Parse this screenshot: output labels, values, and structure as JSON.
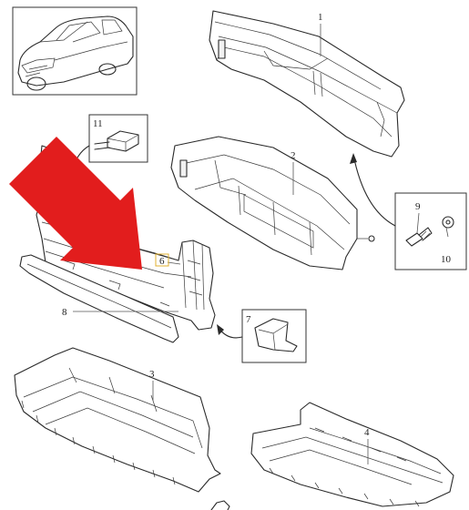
{
  "callouts": {
    "c1": "1",
    "c2": "2",
    "c3": "3",
    "c4": "4",
    "c6": "6",
    "c7": "7",
    "c8": "8",
    "c9": "9",
    "c10": "10",
    "c11": "11"
  },
  "colors": {
    "arrow": "#e21d1d",
    "line": "#2a2a2a",
    "highlight": "#e0b030"
  },
  "icons": {
    "car": "car-thumbnail-icon",
    "arrow": "red-pointer-arrow-icon"
  }
}
